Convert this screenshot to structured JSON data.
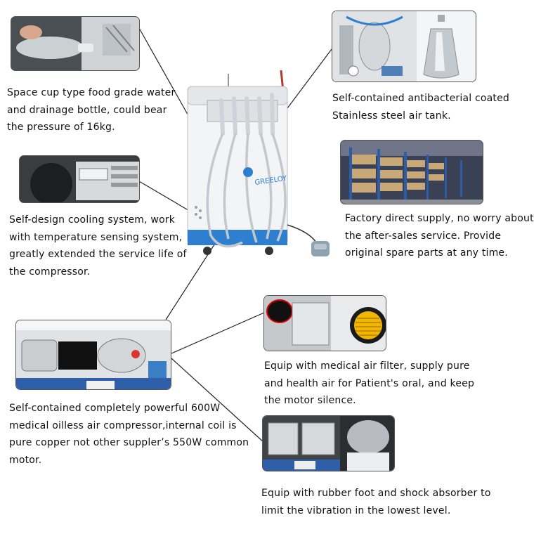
{
  "captions": {
    "bottle": "Space cup type food grade water and drainage bottle, could bear the pressure of 16kg.",
    "tank": "Self-contained antibacterial coated Stainless steel air tank.",
    "cooling": "Self-design cooling system, work with temperature sensing system, greatly extended the service life of the compressor.",
    "factory": "Factory direct supply, no worry about the after-sales service. Provide original spare parts at any time.",
    "compressor": "Self-contained completely powerful 600W medical oilless air compressor,internal coil is pure copper not other suppler’s 550W common motor.",
    "filter": "Equip with medical air filter, supply  pure and health air for Patient's oral, and keep the motor silence.",
    "rubber": "Equip with rubber foot and shock absorber to limit the vibration in the lowest level."
  },
  "unit_logo": "GREELOY",
  "colors": {
    "leader_line": "#222222",
    "unit_blue": "#2f7fd0",
    "unit_body": "#f2f4f6"
  }
}
